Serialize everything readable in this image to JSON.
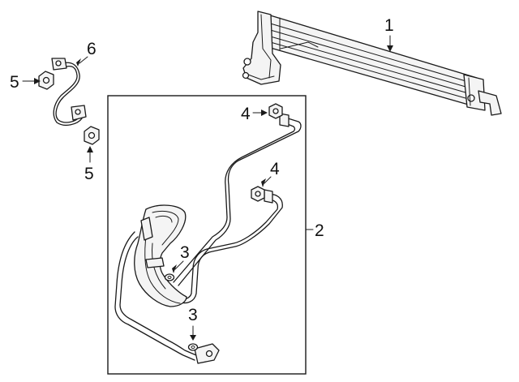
{
  "callouts": [
    {
      "id": "c1",
      "text": "1"
    },
    {
      "id": "c2",
      "text": "2"
    },
    {
      "id": "c3a",
      "text": "3"
    },
    {
      "id": "c3b",
      "text": "3"
    },
    {
      "id": "c4a",
      "text": "4"
    },
    {
      "id": "c4b",
      "text": "4"
    },
    {
      "id": "c5a",
      "text": "5"
    },
    {
      "id": "c5b",
      "text": "5"
    },
    {
      "id": "c6",
      "text": "6"
    }
  ]
}
